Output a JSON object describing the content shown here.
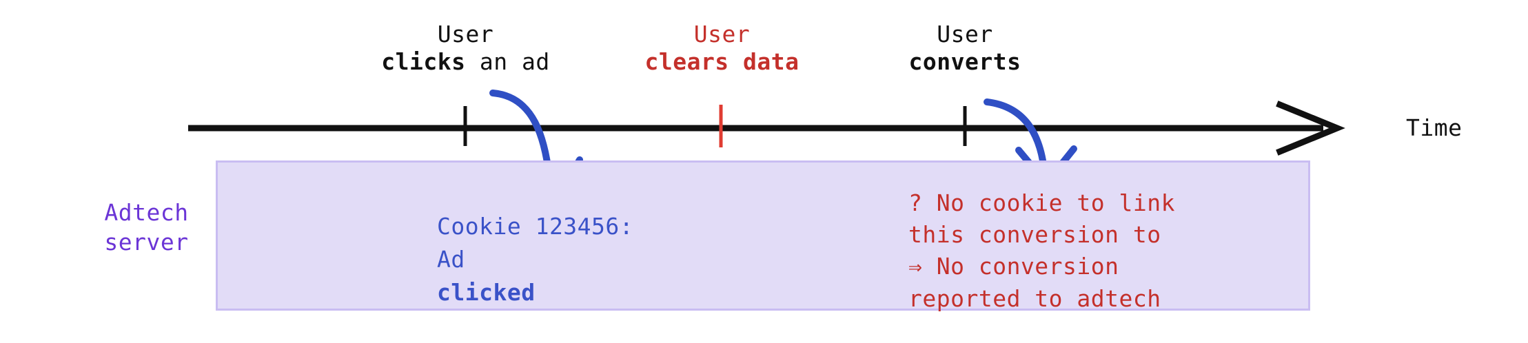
{
  "diagram": {
    "axis": {
      "caption": "Time"
    },
    "events": [
      {
        "name": "user-clicks-an-ad",
        "line1": "User",
        "line2_strong": "clicks",
        "line2_rest": " an ad",
        "color": "#111111",
        "tick_color": "#111111"
      },
      {
        "name": "user-clears-data",
        "line1": "User",
        "line2_strong": "clears data",
        "line2_rest": "",
        "color": "#c4302b",
        "tick_color": "#e03c32"
      },
      {
        "name": "user-converts",
        "line1": "User",
        "line2_strong": "converts",
        "line2_rest": "",
        "color": "#111111",
        "tick_color": "#111111"
      }
    ],
    "server": {
      "label_line1": "Adtech",
      "label_line2": "server",
      "label_color": "#6b35d6",
      "fill_color": "#e2dcf7",
      "border_color": "#c9bdf2"
    },
    "cookie_note": {
      "color": "#3a52c8",
      "line1": "Cookie 123456:",
      "line2_prefix": "Ad ",
      "line2_strong": "clicked"
    },
    "failure_note": {
      "color": "#c4302b",
      "line1": "? No cookie to link",
      "line2": "this conversion to",
      "line3": "⇒ No conversion",
      "line4": "reported to adtech"
    },
    "arrows": {
      "color": "#2f4fc4",
      "first_label": "click-to-cookie-arrow",
      "second_label": "conversion-to-server-arrow"
    }
  }
}
